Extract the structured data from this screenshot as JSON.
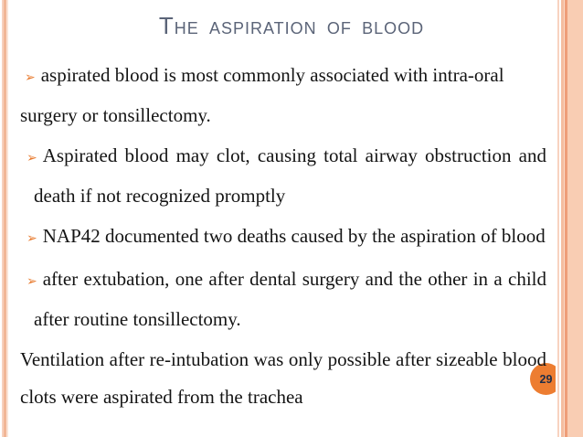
{
  "slide": {
    "title": "The aspiration of blood",
    "bullet_glyph": "➢",
    "bullets": [
      "aspirated blood is most commonly associated with intra-oral surgery or tonsillectomy.",
      "Aspirated blood may clot, causing total airway obstruction and death if not recognized promptly",
      "NAP42 documented two deaths caused by the aspiration of blood",
      "after extubation, one after dental surgery and the other in a child after routine tonsillectomy."
    ],
    "closing_paragraph": "Ventilation after re-intubation was only possible after sizeable blood clots were aspirated from the trachea",
    "page_number": "29",
    "colors": {
      "accent_orange": "#ED7D31",
      "title_gray": "#5B6478",
      "body_text": "#141414",
      "border_peach": "#F9CDB3"
    }
  }
}
